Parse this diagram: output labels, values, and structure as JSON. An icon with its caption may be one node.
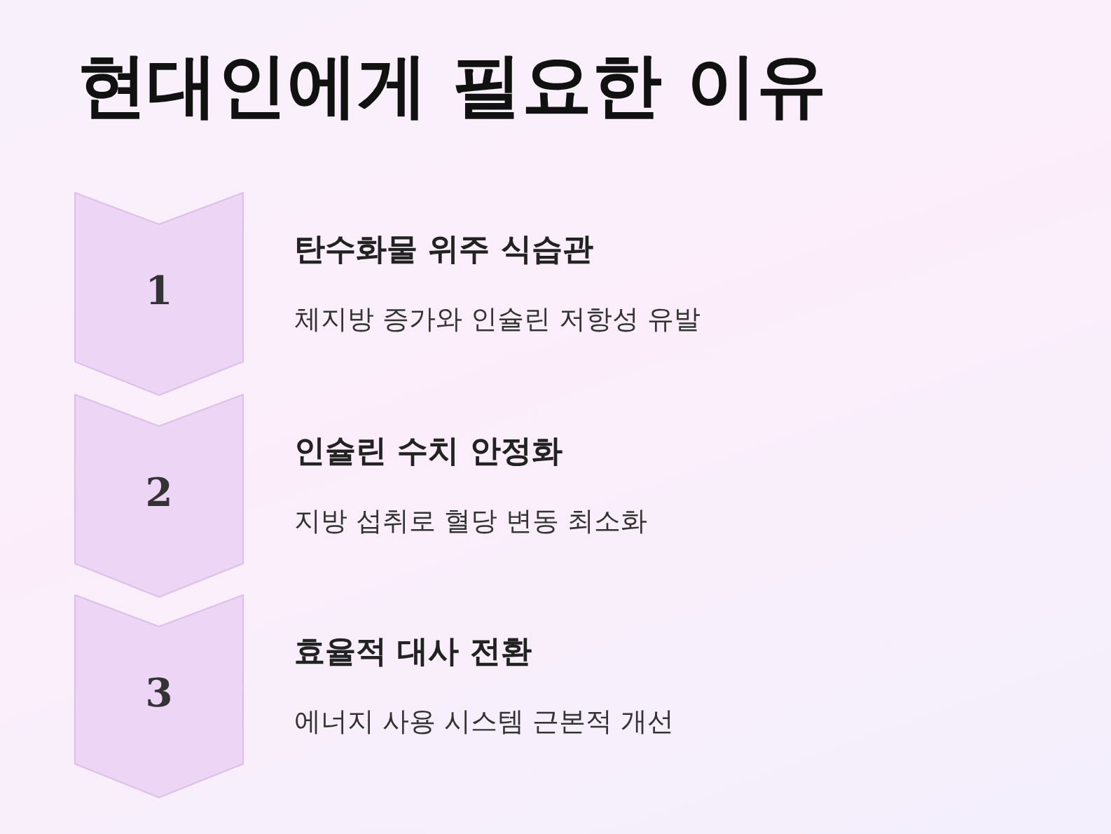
{
  "diagram": {
    "title": "현대인에게 필요한 이유",
    "nodes": [
      {
        "text": [
          "1"
        ],
        "beside": [
          "탄수화물 위주 식습관",
          "체지방 증가와 인슐린 저항성 유발"
        ]
      },
      {
        "text": [
          "2"
        ],
        "beside": [
          "인슐린 수치 안정화",
          "지방 섭취로 혈당 변동 최소화"
        ]
      },
      {
        "text": [
          "3"
        ],
        "beside": [
          "효율적 대사 전환",
          "에너지 사용 시스템 근본적 개선"
        ]
      }
    ]
  }
}
